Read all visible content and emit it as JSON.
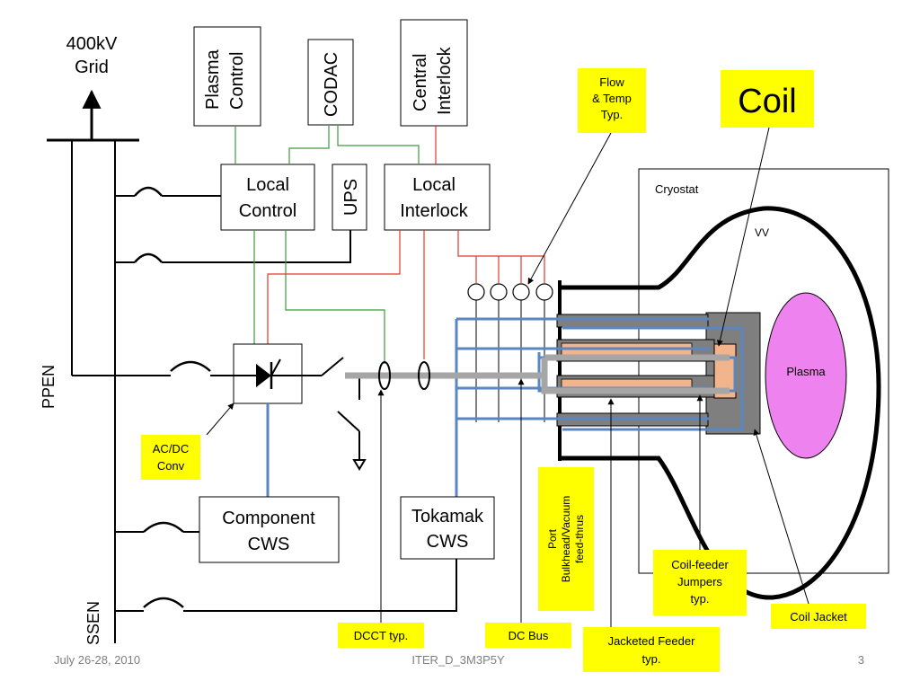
{
  "grid": {
    "line1": "400kV",
    "line2": "Grid"
  },
  "top_boxes": {
    "plasma_control": {
      "line1": "Plasma",
      "line2": "Control"
    },
    "codac": "CODAC",
    "central_interlock": {
      "line1": "Central",
      "line2": "Interlock"
    }
  },
  "local_control": {
    "line1": "Local",
    "line2": "Control"
  },
  "ups": "UPS",
  "local_interlock": {
    "line1": "Local",
    "line2": "Interlock"
  },
  "ppen": "PPEN",
  "ssen": "SSEN",
  "component_cws": {
    "line1": "Component",
    "line2": "CWS"
  },
  "tokamak_cws": {
    "line1": "Tokamak",
    "line2": "CWS"
  },
  "cryostat": "Cryostat",
  "vv": "VV",
  "plasma": "Plasma",
  "callouts": {
    "flow_temp": {
      "line1": "Flow",
      "line2": "& Temp",
      "line3": "Typ."
    },
    "coil": "Coil",
    "ac_dc": {
      "line1": "AC/DC",
      "line2": "Conv"
    },
    "dcct": "DCCT typ.",
    "dc_bus": "DC Bus",
    "port": {
      "line1": "Port",
      "line2": "Bulkhead/Vacuum",
      "line3": "feed-thrus"
    },
    "jacketed_feeder": {
      "line1": "Jacketed Feeder",
      "line2": "typ."
    },
    "coil_feeder": {
      "line1": "Coil-feeder",
      "line2": "Jumpers",
      "line3": "typ."
    },
    "coil_jacket": "Coil Jacket"
  },
  "footer": {
    "date": "July 26-28, 2010",
    "doc_id": "ITER_D_3M3P5Y",
    "page": "3"
  },
  "colors": {
    "callout_yellow": "#ffff00",
    "signal_green": "#3c9a3c",
    "interlock_red": "#e03a2a",
    "cooling_blue": "#5a86c2",
    "busbar_gray": "#a6a6a6",
    "coil_copper": "#f2b48c",
    "jacket_gray": "#7f7f7f",
    "plasma_pink": "#ee82ee"
  }
}
